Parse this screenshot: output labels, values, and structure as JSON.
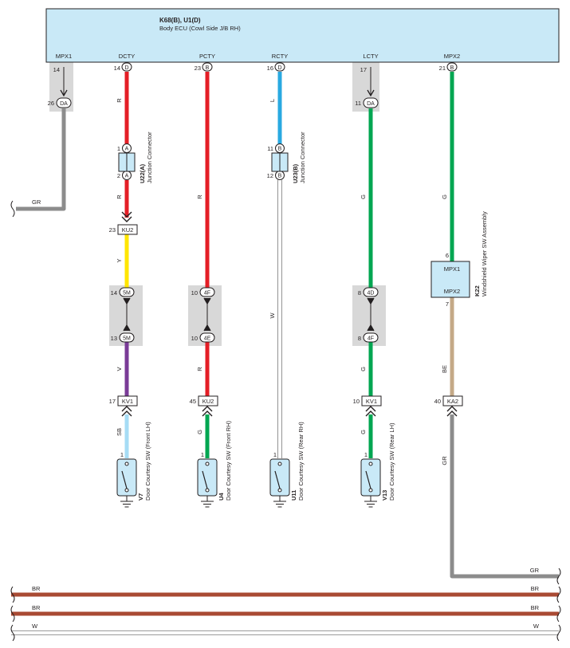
{
  "ecu": {
    "title": "K68(B), U1(D)",
    "subtitle": "Body ECU (Cowl Side J/B RH)",
    "fill": "#c9e9f7",
    "terminals": [
      "MPX1",
      "DCTY",
      "PCTY",
      "RCTY",
      "LCTY",
      "MPX2"
    ]
  },
  "colors": {
    "R": "#e41e26",
    "L": "#29a9e1",
    "G": "#00a651",
    "GR": "#8c8c8c",
    "Y": "#ffe600",
    "V": "#7a3b97",
    "SB": "#a6dcf5",
    "BE": "#c4a987",
    "BR": "#a94a33",
    "W": "#ffffff",
    "gray_block": "#d8d8d8"
  },
  "pins": {
    "mpx1_top": "14",
    "mpx1_bot": "26",
    "dcty_top": "14",
    "pcty_top": "23",
    "rcty_top": "16",
    "lcty_top": "17",
    "lcty_bot": "11",
    "mpx2_top": "21",
    "u22_in": "1",
    "u22_out": "2",
    "u23_in": "11",
    "u23_out": "12",
    "ku2_a": "23",
    "m5_a": "14",
    "m5_b": "13",
    "f4_a": "10",
    "e4_b": "10",
    "d4_a": "8",
    "f4_b": "8",
    "kv1_d": "17",
    "ku2_p": "45",
    "kv1_l": "10",
    "ka2": "40",
    "k22_mpx1": "6",
    "k22_mpx2": "7",
    "sw_v7": "1",
    "sw_u4": "1",
    "sw_u11": "1",
    "sw_v13": "1"
  },
  "pin_labels": {
    "D": "D",
    "B": "B",
    "DA": "DA",
    "A": "A",
    "5M": "5M",
    "4F": "4F",
    "4E": "4E",
    "4D": "4D"
  },
  "connectors": {
    "ku2": "KU2",
    "kv1": "KV1",
    "ka2": "KA2"
  },
  "junctions": {
    "u22_code": "U22(A)",
    "u22_name": "Junction Connector",
    "u23_code": "U23(B)",
    "u23_name": "Junction Connector"
  },
  "wiper": {
    "code": "K22",
    "name": "Windshield Wiper SW Assembly",
    "term1": "MPX1",
    "term2": "MPX2"
  },
  "switches": [
    {
      "code": "V7",
      "name": "Door Courtesy SW (Front LH)"
    },
    {
      "code": "U4",
      "name": "Door Courtesy SW (Front RH)"
    },
    {
      "code": "U11",
      "name": "Door Courtesy SW (Rear RH)"
    },
    {
      "code": "V13",
      "name": "Door Courtesy SW (Rear LH)"
    }
  ],
  "wire_labels": {
    "mpx1_gr": "GR",
    "dcty_r1": "R",
    "dcty_r2": "R",
    "dcty_y": "Y",
    "dcty_v": "V",
    "dcty_sb": "SB",
    "pcty_r1": "R",
    "pcty_r2": "R",
    "pcty_g": "G",
    "rcty_l": "L",
    "rcty_w": "W",
    "lcty_g1": "G",
    "lcty_g2": "G",
    "lcty_g3": "G",
    "mpx2_g": "G",
    "mpx2_be": "BE",
    "mpx2_gr": "GR",
    "mpx2_gr_right": "GR",
    "bus1_left": "BR",
    "bus1_right": "BR",
    "bus2_left": "BR",
    "bus2_right": "BR",
    "bus3_left": "W",
    "bus3_right": "W"
  }
}
